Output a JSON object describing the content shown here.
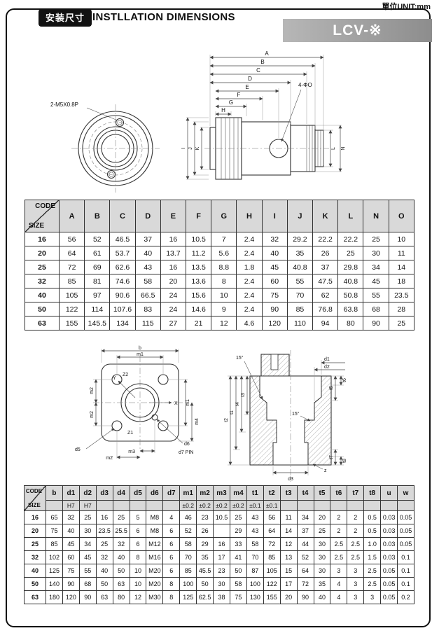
{
  "header": {
    "unit": "單位UNIT:mm",
    "tag": "安装尺寸",
    "title": "INSTLLATION DIMENSIONS",
    "model": "LCV-※"
  },
  "colors": {
    "frame": "#111111",
    "model_box": "#9a9a9a",
    "table_header": "#d9d9d9"
  },
  "drawing1": {
    "labels": {
      "A": "A",
      "B": "B",
      "C": "C",
      "D": "D",
      "E": "E",
      "F": "F",
      "G": "G",
      "H": "H",
      "I": "I",
      "J": "J",
      "K": "K",
      "L": "L",
      "N": "N",
      "holes": "4-ΦO",
      "tap": "2-M5X0.8P"
    }
  },
  "drawing2": {
    "labels": {
      "b": "b",
      "m1": "m1",
      "m2": "m2",
      "m3": "m3",
      "m4": "m4",
      "z1": "Z1",
      "z2": "Z2",
      "x_axis": "X",
      "y_axis": "Y",
      "d5": "d5",
      "d6": "d6",
      "d7_pin": "d7 PIN",
      "d1": "d1",
      "d2": "d2",
      "d3": "d3",
      "t1": "t1",
      "t2": "t2",
      "t3": "t3",
      "t4": "t4",
      "t5": "t5",
      "t6": "t6",
      "t7": "t7",
      "t8": "t8",
      "angle_top": "15°",
      "angle_mid": "15°",
      "z": "z"
    }
  },
  "table1": {
    "corner": {
      "top": "CODE",
      "bottom": "SIZE"
    },
    "columns": [
      "A",
      "B",
      "C",
      "D",
      "E",
      "F",
      "G",
      "H",
      "I",
      "J",
      "K",
      "L",
      "N",
      "O"
    ],
    "rows": [
      {
        "size": "16",
        "values": [
          "56",
          "52",
          "46.5",
          "37",
          "16",
          "10.5",
          "7",
          "2.4",
          "32",
          "29.2",
          "22.2",
          "22.2",
          "25",
          "10"
        ]
      },
      {
        "size": "20",
        "values": [
          "64",
          "61",
          "53.7",
          "40",
          "13.7",
          "11.2",
          "5.6",
          "2.4",
          "40",
          "35",
          "26",
          "25",
          "30",
          "11"
        ]
      },
      {
        "size": "25",
        "values": [
          "72",
          "69",
          "62.6",
          "43",
          "16",
          "13.5",
          "8.8",
          "1.8",
          "45",
          "40.8",
          "37",
          "29.8",
          "34",
          "14"
        ]
      },
      {
        "size": "32",
        "values": [
          "85",
          "81",
          "74.6",
          "58",
          "20",
          "13.6",
          "8",
          "2.4",
          "60",
          "55",
          "47.5",
          "40.8",
          "45",
          "18"
        ]
      },
      {
        "size": "40",
        "values": [
          "105",
          "97",
          "90.6",
          "66.5",
          "24",
          "15.6",
          "10",
          "2.4",
          "75",
          "70",
          "62",
          "50.8",
          "55",
          "23.5"
        ]
      },
      {
        "size": "50",
        "values": [
          "122",
          "114",
          "107.6",
          "83",
          "24",
          "14.6",
          "9",
          "2.4",
          "90",
          "85",
          "76.8",
          "63.8",
          "68",
          "28"
        ]
      },
      {
        "size": "63",
        "values": [
          "155",
          "145.5",
          "134",
          "115",
          "27",
          "21",
          "12",
          "4.6",
          "120",
          "110",
          "94",
          "80",
          "90",
          "25"
        ]
      }
    ]
  },
  "table2": {
    "corner": {
      "top": "CODE",
      "bottom": "SIZE"
    },
    "columns": [
      "b",
      "d1",
      "d2",
      "d3",
      "d4",
      "d5",
      "d6",
      "d7",
      "m1",
      "m2",
      "m3",
      "m4",
      "t1",
      "t2",
      "t3",
      "t4",
      "t5",
      "t6",
      "t7",
      "t8",
      "u",
      "w"
    ],
    "tolerances": [
      "",
      "H7",
      "H7",
      "",
      "",
      "",
      "",
      "",
      "±0.2",
      "±0.2",
      "±0.2",
      "±0.2",
      "±0.1",
      "±0.1",
      "",
      "",
      "",
      "",
      "",
      "",
      "",
      ""
    ],
    "rows": [
      {
        "size": "16",
        "values": [
          "65",
          "32",
          "25",
          "16",
          "25",
          "5",
          "M8",
          "4",
          "46",
          "23",
          "10.5",
          "25",
          "43",
          "56",
          "11",
          "34",
          "20",
          "2",
          "2",
          "0.5",
          "0.03",
          "0.05"
        ]
      },
      {
        "size": "20",
        "values": [
          "75",
          "40",
          "30",
          "23.5",
          "25.5",
          "6",
          "M8",
          "6",
          "52",
          "26",
          "",
          "29",
          "43",
          "64",
          "14",
          "37",
          "25",
          "2",
          "2",
          "0.5",
          "0.03",
          "0.05"
        ]
      },
      {
        "size": "25",
        "values": [
          "85",
          "45",
          "34",
          "25",
          "32",
          "6",
          "M12",
          "6",
          "58",
          "29",
          "16",
          "33",
          "58",
          "72",
          "12",
          "44",
          "30",
          "2.5",
          "2.5",
          "1.0",
          "0.03",
          "0.05"
        ]
      },
      {
        "size": "32",
        "values": [
          "102",
          "60",
          "45",
          "32",
          "40",
          "8",
          "M16",
          "6",
          "70",
          "35",
          "17",
          "41",
          "70",
          "85",
          "13",
          "52",
          "30",
          "2.5",
          "2.5",
          "1.5",
          "0.03",
          "0.1"
        ]
      },
      {
        "size": "40",
        "values": [
          "125",
          "75",
          "55",
          "40",
          "50",
          "10",
          "M20",
          "6",
          "85",
          "45.5",
          "23",
          "50",
          "87",
          "105",
          "15",
          "64",
          "30",
          "3",
          "3",
          "2.5",
          "0.05",
          "0.1"
        ]
      },
      {
        "size": "50",
        "values": [
          "140",
          "90",
          "68",
          "50",
          "63",
          "10",
          "M20",
          "8",
          "100",
          "50",
          "30",
          "58",
          "100",
          "122",
          "17",
          "72",
          "35",
          "4",
          "3",
          "2.5",
          "0.05",
          "0.1"
        ]
      },
      {
        "size": "63",
        "values": [
          "180",
          "120",
          "90",
          "63",
          "80",
          "12",
          "M30",
          "8",
          "125",
          "62.5",
          "38",
          "75",
          "130",
          "155",
          "20",
          "90",
          "40",
          "4",
          "3",
          "3",
          "0.05",
          "0.2"
        ]
      }
    ]
  }
}
